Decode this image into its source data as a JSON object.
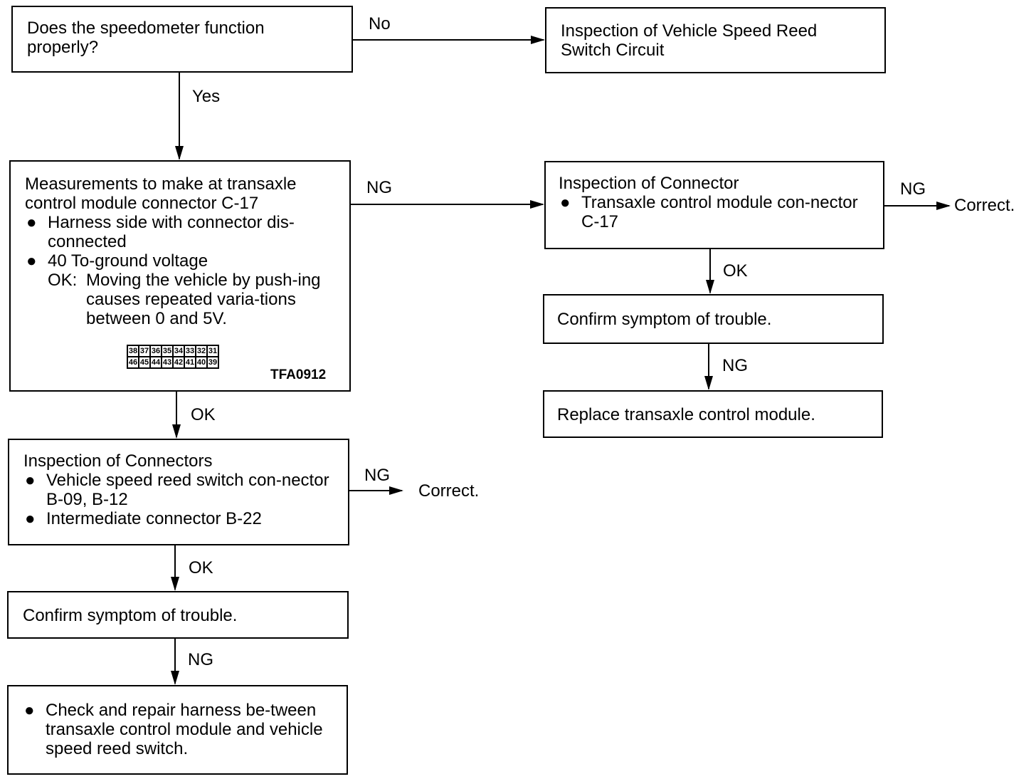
{
  "q1": {
    "text": "Does the speedometer function properly?"
  },
  "inspect_reed": {
    "text": "Inspection of Vehicle Speed Reed Switch Circuit"
  },
  "measure": {
    "title": "Measurements to make at transaxle control module connector C-17",
    "bullets": [
      "Harness side with connector dis-connected",
      "40 To-ground voltage"
    ],
    "ok_label": "OK:",
    "ok_text": "Moving the vehicle by push-ing causes repeated varia-tions between 0 and 5V.",
    "figure_code": "TFA0912",
    "pins_top": [
      "38",
      "37",
      "36",
      "35",
      "34",
      "33",
      "32",
      "31"
    ],
    "pins_bottom": [
      "46",
      "45",
      "44",
      "43",
      "42",
      "41",
      "40",
      "39"
    ]
  },
  "inspect_c17": {
    "title": "Inspection of Connector",
    "bullets": [
      "Transaxle control module con-nector C-17"
    ]
  },
  "confirm_right": {
    "text": "Confirm symptom of trouble."
  },
  "replace": {
    "text": "Replace transaxle control module."
  },
  "inspect_conns": {
    "title": "Inspection of Connectors",
    "bullets": [
      "Vehicle speed reed switch con-nector B-09, B-12",
      "Intermediate connector B-22"
    ]
  },
  "confirm_left": {
    "text": "Confirm symptom of trouble."
  },
  "repair": {
    "bullets": [
      "Check and repair harness be-tween transaxle control module and vehicle speed reed switch."
    ]
  },
  "labels": {
    "no": "No",
    "yes": "Yes",
    "ng1": "NG",
    "ng2": "NG",
    "correct1": "Correct.",
    "ok1": "OK",
    "ng3": "NG",
    "ok2": "OK",
    "ng4": "NG",
    "correct2": "Correct.",
    "ok3": "OK",
    "ng5": "NG"
  }
}
